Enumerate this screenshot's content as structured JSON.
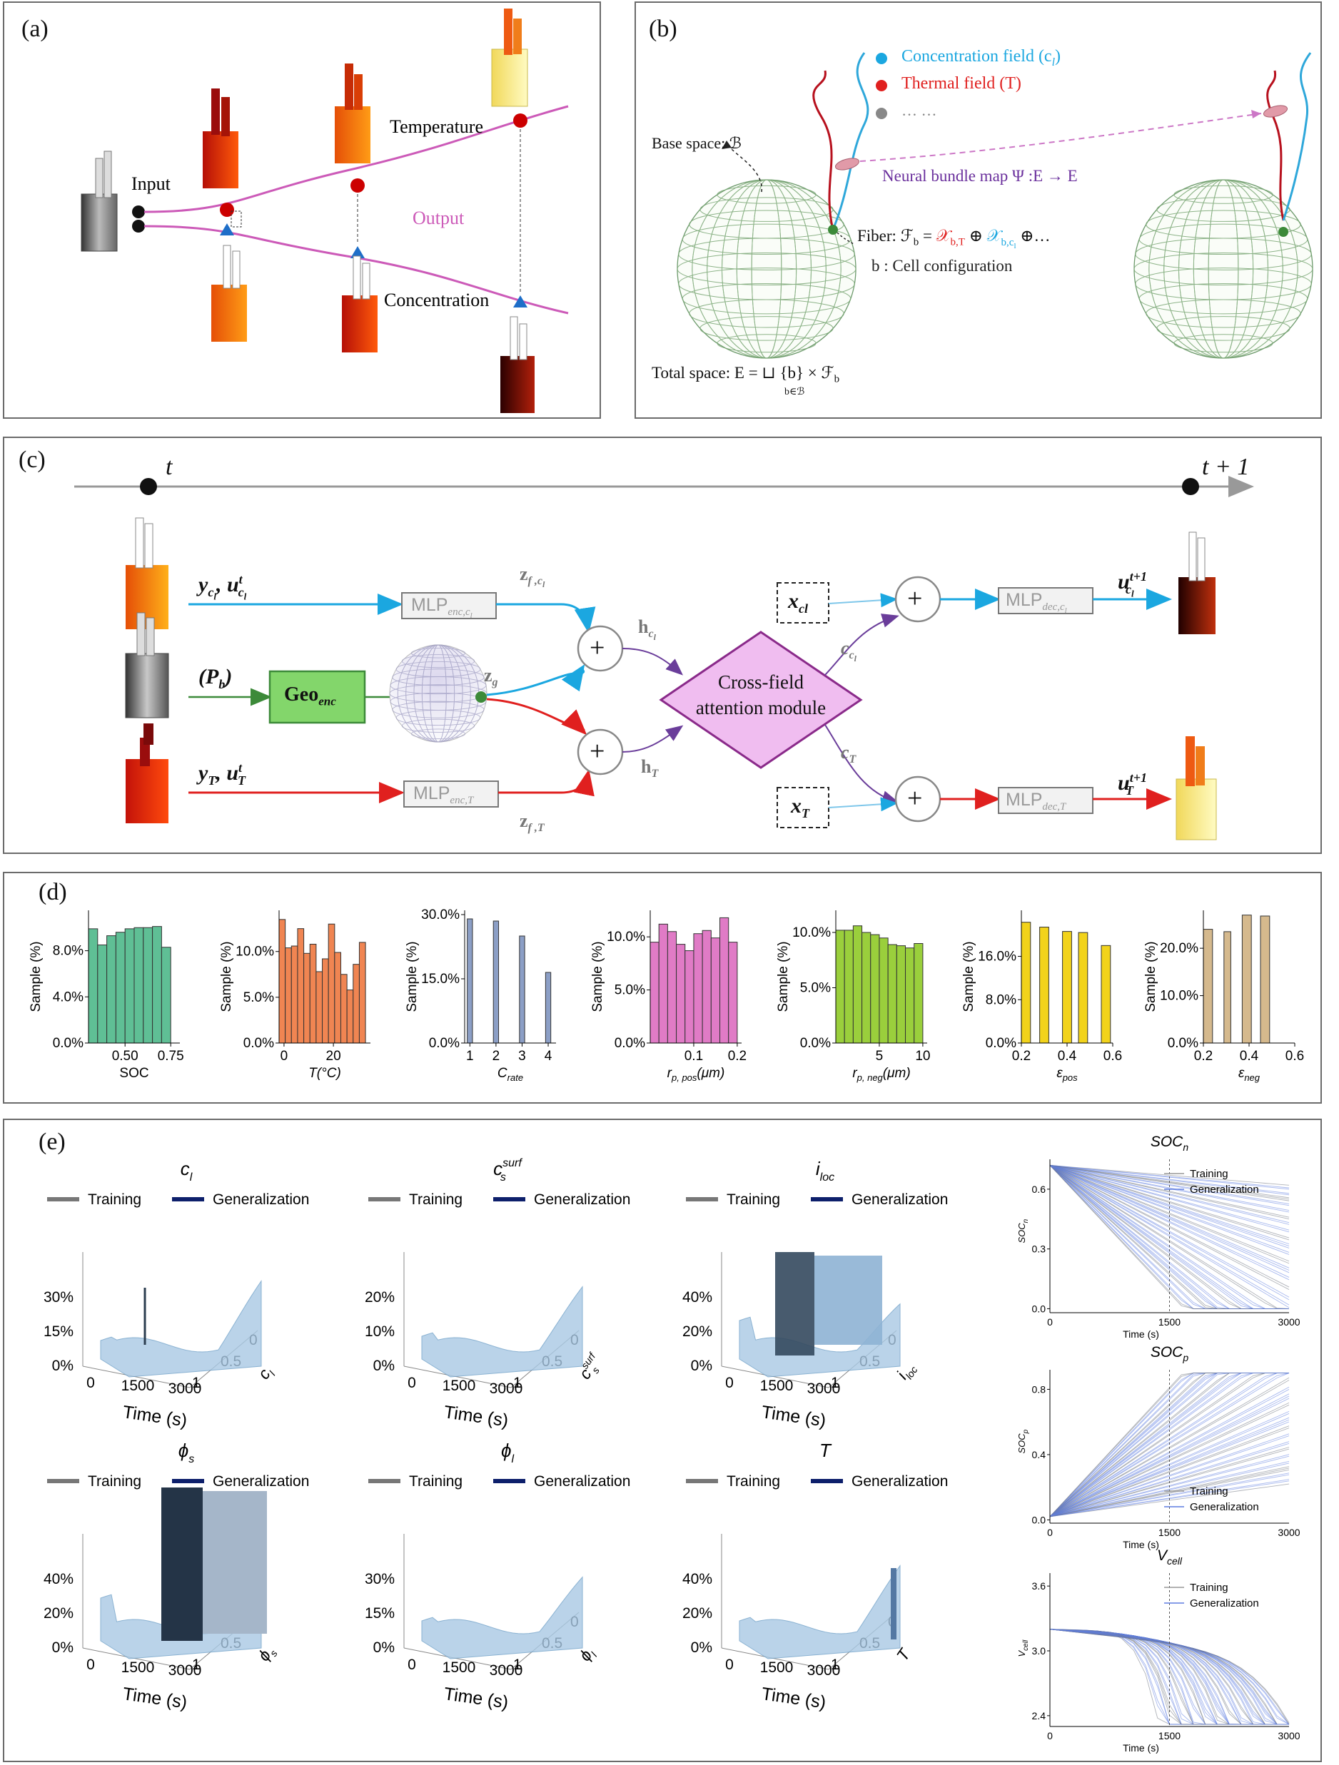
{
  "panel_a": {
    "label": "(a)",
    "input": "Input",
    "temperature": "Temperature",
    "output": "Output",
    "concentration": "Concentration"
  },
  "panel_b": {
    "label": "(b)",
    "legend": [
      {
        "text": "Concentration  field (c",
        "sub": "l",
        "tail": ")",
        "color": "#1ba7e0"
      },
      {
        "text": "Thermal field (T)",
        "sub": "",
        "tail": "",
        "color": "#e0201f"
      },
      {
        "text": "… …",
        "sub": "",
        "tail": "",
        "color": "#888888"
      }
    ],
    "base_space": "Base space: ℬ",
    "bundle_map": "Neural bundle map Ψ :E → E",
    "fiber_prefix": "Fiber: ℱ",
    "fiber_sub": "b",
    "fiber_eq": " = ",
    "fiber_t": "𝒳",
    "fiber_t_sub": "b,T",
    "fiber_oplus1": " ⊕ ",
    "fiber_c": "𝒳",
    "fiber_c_sub": "b,c",
    "fiber_c_subsub": "l",
    "fiber_oplus2": " ⊕…",
    "cell_config": "b : Cell configuration",
    "total_space": "Total space: E = ⊔ {b} × ℱ",
    "total_space_sub": "b",
    "total_space_under": "b∈ℬ"
  },
  "panel_c": {
    "label": "(c)",
    "t_label": "t",
    "t1_label": "t + 1",
    "in_cl": "y",
    "in_cl_full": "y_cl, u_cl^t",
    "in_pb": "(P_b)",
    "in_T": "y_T, u_T^t",
    "mlp_enc_cl": "MLP",
    "mlp_enc_cl_sub": "enc,c_l",
    "mlp_enc_T": "MLP",
    "mlp_enc_T_sub": "enc,T",
    "geo_enc": "Geo",
    "geo_enc_sub": "enc",
    "z_f_cl": "z",
    "z_f_cl_sub": "f ,c_l",
    "z_g": "z",
    "z_g_sub": "g",
    "z_f_T": "z",
    "z_f_T_sub": "f ,T",
    "h_cl": "h",
    "h_cl_sub": "c_l",
    "h_T": "h",
    "h_T_sub": "T",
    "attention": [
      "Cross-field",
      "attention module"
    ],
    "c_cl": "c",
    "c_cl_sub": "c_l",
    "c_T": "c",
    "c_T_sub": "T",
    "x_cl": "x",
    "x_cl_sub": "cl",
    "x_T": "x",
    "x_T_sub": "T",
    "mlp_dec_cl": "MLP",
    "mlp_dec_cl_sub": "dec,c_l",
    "mlp_dec_T": "MLP",
    "mlp_dec_T_sub": "dec,T",
    "out_cl": "u",
    "out_cl_sup": "t+1",
    "out_cl_sub": "c_l",
    "out_T": "u",
    "out_T_sup": "t+1",
    "out_T_sub": "T",
    "plus": "+"
  },
  "panel_d": {
    "label": "(d)",
    "ylabel": "Sample (%)",
    "charts": [
      {
        "name": "SOC",
        "xlabel": "SOC",
        "color": "#5fbf95",
        "yticks": [
          "0.0%",
          "4.0%",
          "8.0%"
        ],
        "ymax": 11.5,
        "yvals": [
          0,
          4,
          8
        ],
        "xticks": [
          "0.50",
          "0.75"
        ],
        "xtick_pos": [
          0.5,
          0.75
        ],
        "xmin": 0.3,
        "xmax": 0.8,
        "width_mode": "touch",
        "bins": [
          [
            0.3,
            0.35,
            9.9
          ],
          [
            0.35,
            0.4,
            8.5
          ],
          [
            0.4,
            0.45,
            9.3
          ],
          [
            0.45,
            0.5,
            9.6
          ],
          [
            0.5,
            0.55,
            9.9
          ],
          [
            0.55,
            0.6,
            10.0
          ],
          [
            0.6,
            0.65,
            10.0
          ],
          [
            0.65,
            0.7,
            10.1
          ],
          [
            0.7,
            0.75,
            8.3
          ]
        ]
      },
      {
        "name": "T",
        "xlabel": "T(°C)",
        "color": "#f08552",
        "yticks": [
          "0.0%",
          "5.0%",
          "10.0%"
        ],
        "ymax": 14.5,
        "yvals": [
          0,
          5,
          10
        ],
        "xticks": [
          "0",
          "20"
        ],
        "xtick_pos": [
          0,
          20
        ],
        "xmin": -2,
        "xmax": 35,
        "bins": [
          [
            -2,
            0.5,
            13.5
          ],
          [
            0.5,
            3,
            10.4
          ],
          [
            3,
            5.5,
            10.6
          ],
          [
            5.5,
            8,
            12.5
          ],
          [
            8,
            10.5,
            9.8
          ],
          [
            10.5,
            13,
            10.8
          ],
          [
            13,
            15.5,
            7.8
          ],
          [
            15.5,
            18,
            9.2
          ],
          [
            18,
            20.5,
            13.0
          ],
          [
            20.5,
            23,
            9.9
          ],
          [
            23,
            25.5,
            7.5
          ],
          [
            25.5,
            28,
            5.8
          ],
          [
            28,
            30.5,
            8.6
          ],
          [
            30.5,
            33,
            11.0
          ]
        ]
      },
      {
        "name": "Crate",
        "xlabel": "C",
        "xlabel_sub": "rate",
        "color": "#8c9fc6",
        "yticks": [
          "0.0%",
          "15.0%",
          "30.0%"
        ],
        "ymax": 31,
        "yvals": [
          0,
          15,
          30
        ],
        "xticks": [
          "1",
          "2",
          "3",
          "4"
        ],
        "xtick_pos": [
          1,
          2,
          3,
          4
        ],
        "xmin": 0.8,
        "xmax": 4.3,
        "bins": [
          [
            0.9,
            1.1,
            29.0
          ],
          [
            1.9,
            2.1,
            28.5
          ],
          [
            2.9,
            3.1,
            25.0
          ],
          [
            3.9,
            4.1,
            16.5
          ]
        ]
      },
      {
        "name": "rp_pos",
        "xlabel": "r",
        "xlabel_sub": "p, pos",
        "xlabel_tail": "(μm)",
        "color": "#e07bc6",
        "yticks": [
          "0.0%",
          "5.0%",
          "10.0%"
        ],
        "ymax": 12.5,
        "yvals": [
          0,
          5,
          10
        ],
        "xticks": [
          "0.1",
          "0.2"
        ],
        "xtick_pos": [
          0.1,
          0.2
        ],
        "xmin": 0.0,
        "xmax": 0.21,
        "bins": [
          [
            0.0,
            0.02,
            9.5
          ],
          [
            0.02,
            0.04,
            11.2
          ],
          [
            0.04,
            0.06,
            10.5
          ],
          [
            0.06,
            0.08,
            9.3
          ],
          [
            0.08,
            0.1,
            8.7
          ],
          [
            0.1,
            0.12,
            10.3
          ],
          [
            0.12,
            0.14,
            10.6
          ],
          [
            0.14,
            0.16,
            9.9
          ],
          [
            0.16,
            0.18,
            11.8
          ],
          [
            0.18,
            0.2,
            9.5
          ]
        ]
      },
      {
        "name": "rp_neg",
        "xlabel": "r",
        "xlabel_sub": "p, neg",
        "xlabel_tail": "(μm)",
        "color": "#9acf3c",
        "yticks": [
          "0.0%",
          "5.0%",
          "10.0%"
        ],
        "ymax": 12.0,
        "yvals": [
          0,
          5,
          10
        ],
        "xticks": [
          "5",
          "10"
        ],
        "xtick_pos": [
          5,
          10
        ],
        "xmin": 0.0,
        "xmax": 10.5,
        "bins": [
          [
            0,
            1,
            10.2
          ],
          [
            1,
            2,
            10.2
          ],
          [
            2,
            3,
            10.6
          ],
          [
            3,
            4,
            10.0
          ],
          [
            4,
            5,
            9.8
          ],
          [
            5,
            6,
            9.5
          ],
          [
            6,
            7,
            8.9
          ],
          [
            7,
            8,
            8.8
          ],
          [
            8,
            9,
            8.6
          ],
          [
            9,
            10,
            9.0
          ]
        ]
      },
      {
        "name": "eps_pos",
        "xlabel": "ε",
        "xlabel_sub": "pos",
        "color": "#f2d31b",
        "yticks": [
          "0.0%",
          "8.0%",
          "16.0%"
        ],
        "ymax": 24.5,
        "yvals": [
          0,
          8,
          16
        ],
        "xticks": [
          "0.2",
          "0.4",
          "0.6"
        ],
        "xtick_pos": [
          0.2,
          0.4,
          0.6
        ],
        "xmin": 0.2,
        "xmax": 0.6,
        "bins": [
          [
            0.2,
            0.24,
            22.3
          ],
          [
            0.28,
            0.32,
            21.4
          ],
          [
            0.38,
            0.42,
            20.6
          ],
          [
            0.45,
            0.49,
            20.4
          ],
          [
            0.55,
            0.59,
            18.0
          ]
        ]
      },
      {
        "name": "eps_neg",
        "xlabel": "ε",
        "xlabel_sub": "neg",
        "color": "#d5b98d",
        "yticks": [
          "0.0%",
          "10.0%",
          "20.0%"
        ],
        "ymax": 28.0,
        "yvals": [
          0,
          10,
          20
        ],
        "xticks": [
          "0.2",
          "0.4",
          "0.6"
        ],
        "xtick_pos": [
          0.2,
          0.4,
          0.6
        ],
        "xmin": 0.2,
        "xmax": 0.6,
        "bins": [
          [
            0.2,
            0.24,
            24.0
          ],
          [
            0.29,
            0.32,
            23.5
          ],
          [
            0.37,
            0.41,
            27.0
          ],
          [
            0.45,
            0.49,
            26.8
          ]
        ]
      }
    ]
  },
  "panel_e": {
    "label": "(e)",
    "legend_training": "Training",
    "legend_generalization": "Generalization",
    "time_label": "Time (s)",
    "plots3d": [
      {
        "title": "c",
        "title_sub": "l",
        "title_sup": "",
        "yticks": [
          "0%",
          "15%",
          "30%"
        ],
        "ax": "c",
        "ax_sub": "l",
        "ax_sup": ""
      },
      {
        "title": "c",
        "title_sub": "s",
        "title_sup": "surf",
        "yticks": [
          "0%",
          "10%",
          "20%"
        ],
        "ax": "c",
        "ax_sub": "s",
        "ax_sup": "surf"
      },
      {
        "title": "i",
        "title_sub": "loc",
        "title_sup": "",
        "yticks": [
          "0%",
          "20%",
          "40%"
        ],
        "ax": "i",
        "ax_sub": "loc",
        "ax_sup": ""
      },
      {
        "title": "ϕ",
        "title_sub": "s",
        "title_sup": "",
        "yticks": [
          "0%",
          "20%",
          "40%"
        ],
        "ax": "ϕ",
        "ax_sub": "s",
        "ax_sup": ""
      },
      {
        "title": "ϕ",
        "title_sub": "l",
        "title_sup": "",
        "yticks": [
          "0%",
          "15%",
          "30%"
        ],
        "ax": "ϕ",
        "ax_sub": "l",
        "ax_sup": ""
      },
      {
        "title": "T",
        "title_sub": "",
        "title_sup": "",
        "yticks": [
          "0%",
          "20%",
          "40%"
        ],
        "ax": "T",
        "ax_sub": "",
        "ax_sup": ""
      }
    ],
    "xticks3d": [
      "0",
      "1500",
      "3000"
    ],
    "zticks3d": [
      "0",
      "0.5",
      "1"
    ],
    "line_plots": [
      {
        "title": "SOC",
        "title_sub": "n",
        "ylabel": "SOC",
        "ylabel_sub": "n",
        "yticks": [
          "0.0",
          "0.3",
          "0.6"
        ],
        "ytick_vals": [
          0,
          0.3,
          0.6
        ],
        "ymin": -0.02,
        "ymax": 0.75,
        "xticks": [
          "0",
          "1500",
          "3000"
        ],
        "legend_pos": "top-right"
      },
      {
        "title": "SOC",
        "title_sub": "p",
        "ylabel": "SOC",
        "ylabel_sub": "p",
        "yticks": [
          "0.0",
          "0.4",
          "0.8"
        ],
        "ytick_vals": [
          0,
          0.4,
          0.8
        ],
        "ymin": -0.02,
        "ymax": 0.92,
        "xticks": [
          "0",
          "1500",
          "3000"
        ],
        "legend_pos": "bottom-right"
      },
      {
        "title": "V",
        "title_sub": "cell",
        "ylabel": "V",
        "ylabel_sub": "cell",
        "yticks": [
          "2.4",
          "3.0",
          "3.6"
        ],
        "ytick_vals": [
          2.4,
          3.0,
          3.6
        ],
        "ymin": 2.3,
        "ymax": 3.72,
        "xticks": [
          "0",
          "1500",
          "3000"
        ],
        "legend_pos": "top-right"
      }
    ]
  }
}
